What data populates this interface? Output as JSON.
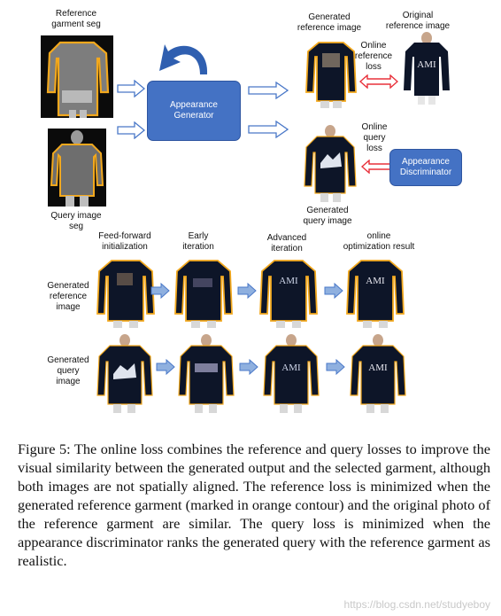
{
  "top": {
    "reference_seg_label": [
      "Reference",
      "garment seg"
    ],
    "query_seg_label": [
      "Query image",
      "seg"
    ],
    "appearance_generator": [
      "Appearance",
      "Generator"
    ],
    "generated_reference_label": [
      "Generated",
      "reference image"
    ],
    "original_reference_label": [
      "Original",
      "reference image"
    ],
    "online_reference_loss": [
      "Online",
      "reference",
      "loss"
    ],
    "online_query_loss": [
      "Online",
      "query",
      "loss"
    ],
    "appearance_discriminator": [
      "Appearance",
      "Discriminator"
    ],
    "generated_query_label": [
      "Generated",
      "query image"
    ],
    "logo_text": "AMI"
  },
  "grid": {
    "columns": [
      [
        "Feed-forward",
        "initialization"
      ],
      [
        "Early",
        "iteration"
      ],
      [
        "Advanced",
        "iteration"
      ],
      [
        "online",
        "optimization result"
      ]
    ],
    "rows": [
      [
        "Generated",
        "reference",
        "image"
      ],
      [
        "Generated",
        "query",
        "image"
      ]
    ]
  },
  "caption": "Figure 5: The online loss combines the reference and query losses to improve the visual similarity between the generated output and the selected garment, although both images are not spatially aligned. The reference loss is minimized when the generated reference garment (marked in orange contour) and the original photo of the reference garment are similar. The query loss is minimized when the appearance discriminator ranks the generated query with the reference garment as realistic.",
  "watermark": "https://blog.csdn.net/studyeboy",
  "colors": {
    "box_blue": "#4472c4",
    "arrow_outline": "#4a78c8",
    "grid_arrow_fill": "#8fb0df",
    "loss_arrow": "#e8303a",
    "contour": "#f2a81d",
    "sweater": "#0d1528"
  }
}
